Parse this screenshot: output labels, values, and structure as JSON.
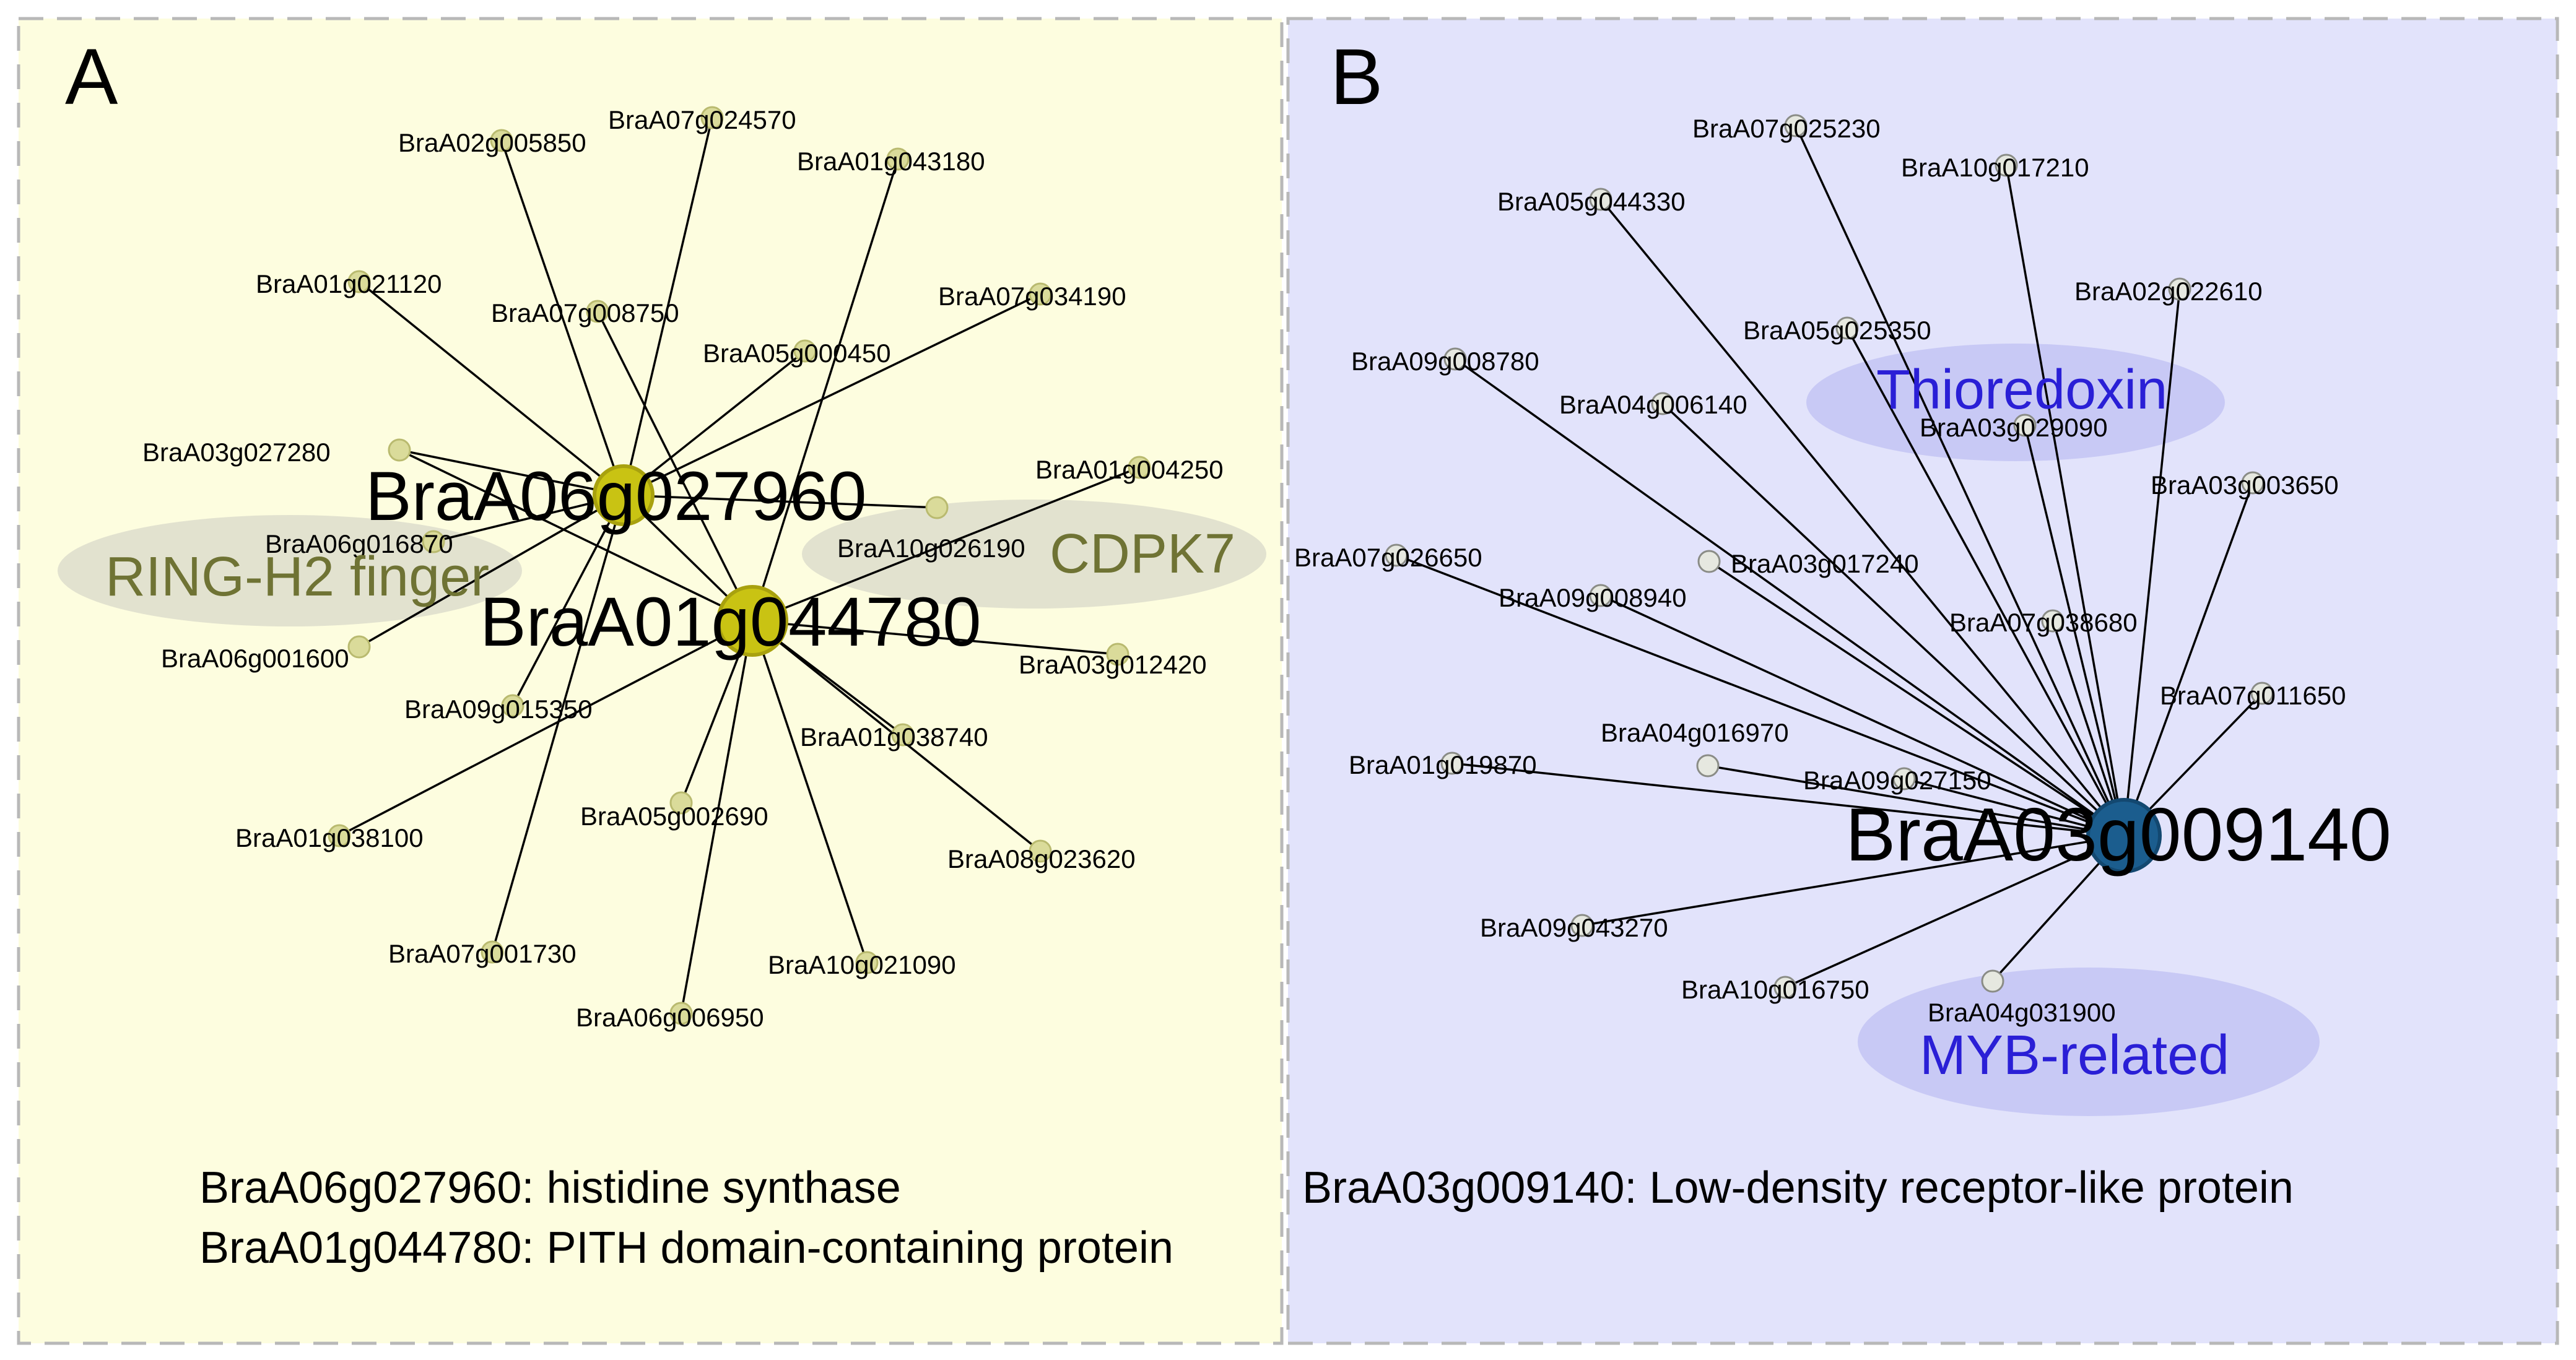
{
  "panels": [
    {
      "letter": "A",
      "background": "#fdfddf",
      "hubs": [
        {
          "id": "hub-a1",
          "label": "BraA06g027960"
        },
        {
          "id": "hub-a2",
          "label": "BraA01g044780"
        }
      ],
      "leaves": [
        {
          "label": "BraA02g005850"
        },
        {
          "label": "BraA07g024570"
        },
        {
          "label": "BraA01g043180"
        },
        {
          "label": "BraA01g021120"
        },
        {
          "label": "BraA07g008750"
        },
        {
          "label": "BraA07g034190"
        },
        {
          "label": "BraA05g000450"
        },
        {
          "label": "BraA03g027280"
        },
        {
          "label": "BraA01g004250"
        },
        {
          "label": "BraA06g016870"
        },
        {
          "label": "BraA10g026190"
        },
        {
          "label": "BraA06g001600"
        },
        {
          "label": "BraA03g012420"
        },
        {
          "label": "BraA09g015350"
        },
        {
          "label": "BraA01g038740"
        },
        {
          "label": "BraA05g002690"
        },
        {
          "label": "BraA01g038100"
        },
        {
          "label": "BraA08g023620"
        },
        {
          "label": "BraA07g001730"
        },
        {
          "label": "BraA10g021090"
        },
        {
          "label": "BraA06g006950"
        }
      ],
      "families": [
        {
          "label": "RING-H2 finger",
          "color": "#6f7334"
        },
        {
          "label": "CDPK7",
          "color": "#6f7334"
        }
      ],
      "annotations": [
        "BraA06g027960: histidine synthase",
        "BraA01g044780: PITH domain-containing protein"
      ]
    },
    {
      "letter": "B",
      "background": "#e2e3fb",
      "hubs": [
        {
          "id": "hub-b1",
          "label": "BraA03g009140"
        }
      ],
      "leaves": [
        {
          "label": "BraA07g025230"
        },
        {
          "label": "BraA10g017210"
        },
        {
          "label": "BraA05g044330"
        },
        {
          "label": "BraA02g022610"
        },
        {
          "label": "BraA05g025350"
        },
        {
          "label": "BraA09g008780"
        },
        {
          "label": "BraA04g006140"
        },
        {
          "label": "BraA03g029090"
        },
        {
          "label": "BraA03g003650"
        },
        {
          "label": "BraA07g026650"
        },
        {
          "label": "BraA03g017240"
        },
        {
          "label": "BraA09g008940"
        },
        {
          "label": "BraA07g038680"
        },
        {
          "label": "BraA07g011650"
        },
        {
          "label": "BraA04g016970"
        },
        {
          "label": "BraA01g019870"
        },
        {
          "label": "BraA09g027150"
        },
        {
          "label": "BraA09g043270"
        },
        {
          "label": "BraA10g016750"
        },
        {
          "label": "BraA04g031900"
        }
      ],
      "families": [
        {
          "label": "Thioredoxin",
          "color": "#2a1fd6"
        },
        {
          "label": "MYB-related",
          "color": "#2a1fd6"
        }
      ],
      "annotations": [
        "BraA03g009140: Low-density receptor-like protein"
      ]
    }
  ],
  "colors": {
    "leaf_fill_a": "#dadb9a",
    "hub_fill_a": "#c9c313",
    "leaf_fill_b": "#e6e8e0",
    "hub_fill_b": "#1b5d8e"
  }
}
